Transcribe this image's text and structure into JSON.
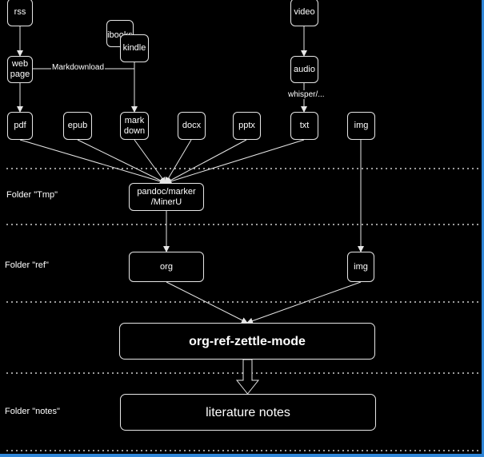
{
  "nodes": {
    "rss": "rss",
    "webpage": "web\npage",
    "pdf": "pdf",
    "epub": "epub",
    "ibooks": "ibooks",
    "kindle": "kindle",
    "markdown": "mark\ndown",
    "docx": "docx",
    "pptx": "pptx",
    "video": "video",
    "audio": "audio",
    "txt": "txt",
    "img_top": "img",
    "pandoc": "pandoc/marker\n/MinerU",
    "org": "org",
    "img_ref": "img",
    "orgref": "org-ref-zettle-mode",
    "litnotes": "literature notes"
  },
  "edge_labels": {
    "markdownload": "Markdownload",
    "whisper": "whisper/..."
  },
  "folders": {
    "tmp": "Folder \"Tmp\"",
    "ref": "Folder \"ref\"",
    "notes": "Folder \"notes\""
  },
  "colors": {
    "background": "#000000",
    "stroke": "#e6e6e6",
    "separator": "#cfcfcf",
    "frame": "#2f86d8"
  }
}
